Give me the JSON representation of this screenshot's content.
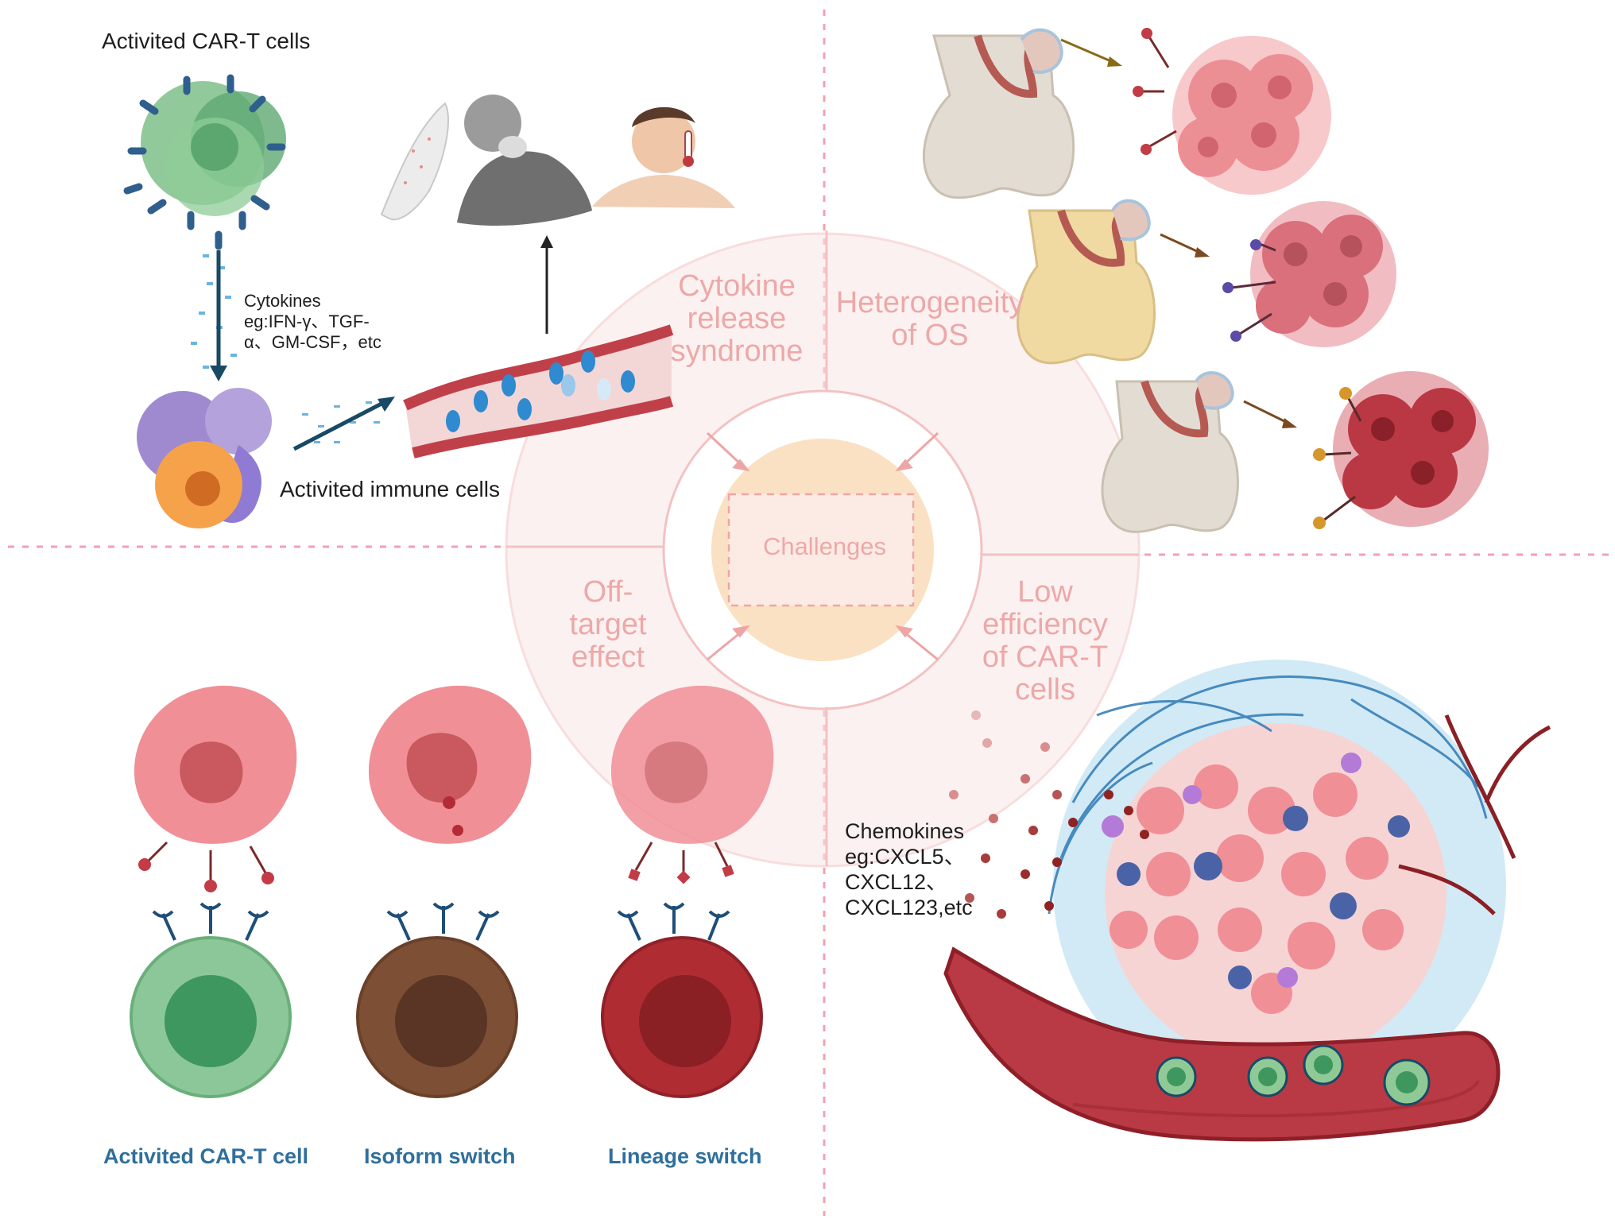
{
  "crs_panel": {
    "car_t_title": "Activited CAR-T cells",
    "cytokines_lines": [
      "Cytokines",
      "eg:IFN-γ、TGF-",
      "α、GM-CSF，etc"
    ],
    "immune_cells_label": "Activited immune cells"
  },
  "center": {
    "title": "Challenges",
    "segments": {
      "crs": [
        "Cytokine",
        "release",
        "syndrome"
      ],
      "heterogeneity": [
        "Heterogeneity",
        "of OS"
      ],
      "off_target": [
        "Off-",
        "target",
        "effect"
      ],
      "low_efficiency": [
        "Low",
        "efficiency",
        "of CAR-T",
        "cells"
      ]
    }
  },
  "chemokine_panel": {
    "lines": [
      "Chemokines",
      "eg:CXCL5、",
      "CXCL12、",
      "CXCL123,etc"
    ]
  },
  "off_target_panel": {
    "labels": [
      "Activited CAR-T cell",
      "Isoform switch",
      "Lineage switch"
    ]
  },
  "colors": {
    "divider": "#f2a1b4",
    "ring": "#fbe4e4",
    "segment_text": "#eda8a8",
    "center_fill": "#fbe1c3",
    "caption_blue": "#2f6f9c",
    "car_t_green": "#8cc79a",
    "tumor_pink": "#f08f96",
    "vessel_red": "#b93a44"
  }
}
